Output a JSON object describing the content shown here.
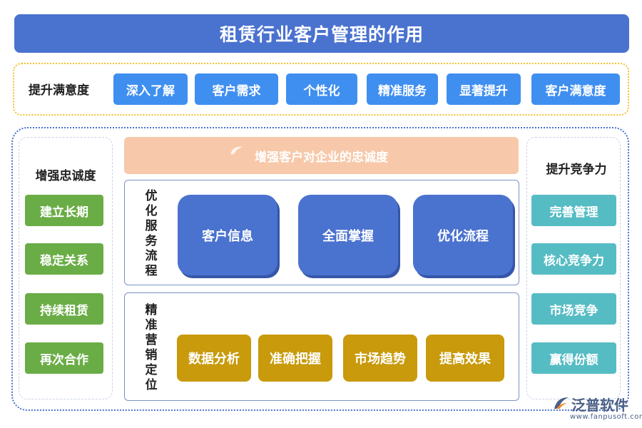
{
  "title": "租赁行业客户管理的作用",
  "satisfaction": {
    "label": "提升满意度",
    "items": [
      "深入了解",
      "客户需求",
      "个性化",
      "精准服务",
      "显著提升",
      "客户满意度"
    ],
    "color": "#3f8ff0",
    "border_color": "#f2c230"
  },
  "loyalty": {
    "title": "增强忠诚度",
    "items": [
      "建立长期",
      "稳定关系",
      "持续租赁",
      "再次合作"
    ],
    "color": "#6aad46"
  },
  "competitiveness": {
    "title": "提升竞争力",
    "items": [
      "完善管理",
      "核心竞争力",
      "市场竞争",
      "赢得份额"
    ],
    "color": "#56bcc4"
  },
  "center": {
    "banner": "增强客户对企业的忠诚度",
    "banner_color": "#f7c9aa",
    "service": {
      "label": "优化服务流程",
      "items": [
        "客户信息",
        "全面掌握",
        "优化流程"
      ],
      "color": "#4a72cf"
    },
    "marketing": {
      "label": "精准营销定位",
      "items": [
        "数据分析",
        "准确把握",
        "市场趋势",
        "提高效果"
      ],
      "color": "#c89a0c"
    }
  },
  "logo": {
    "name": "泛普软件",
    "url": "www.fanpusoft.com",
    "icon": "fanpu-logo-icon"
  }
}
